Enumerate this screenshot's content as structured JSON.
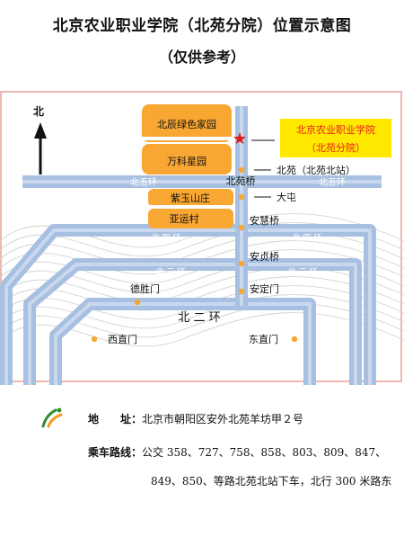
{
  "header": {
    "title": "北京农业职业学院（北苑分院）位置示意图",
    "subtitle": "（仅供参考）"
  },
  "map": {
    "north_label": "北",
    "callout": {
      "line1": "北京农业职业学院",
      "line2": "（北苑分院）"
    },
    "blocks": {
      "beichen": "北辰绿色家园",
      "wanke": "万科星园",
      "ziyu": "紫玉山庄",
      "yayun": "亚运村"
    },
    "roads": {
      "ring5_left": "北五环",
      "ring5_right": "北五环",
      "ring4": "北 四 环",
      "ring3": "北 三 环",
      "ring2": "北 二 环"
    },
    "bridges": {
      "beiyuan_bridge": "北苑桥",
      "beiyuan": "北苑（北苑北站）",
      "datun": "大屯",
      "anhui": "安慧桥",
      "anzhen": "安贞桥",
      "anding": "安定门",
      "deshengmen": "德胜门",
      "xizhimen": "西直门",
      "dongzhimen": "东直门"
    },
    "colors": {
      "road": "#a7bfe0",
      "road_light": "#c9d8ee",
      "block": "#f8a733",
      "callout_bg": "#ffe900",
      "callout_text": "#ea1c1c",
      "star": "#e02020",
      "frame": "#e8a098"
    }
  },
  "info": {
    "address_label": "地　　址：",
    "address": "北京市朝阳区安外北苑羊坊甲２号",
    "bus_label": "乘车路线：",
    "bus_line1": "公交 358、727、758、858、803、809、847、",
    "bus_line2": "849、850、等路北苑北站下车，北行 300 米路东"
  }
}
